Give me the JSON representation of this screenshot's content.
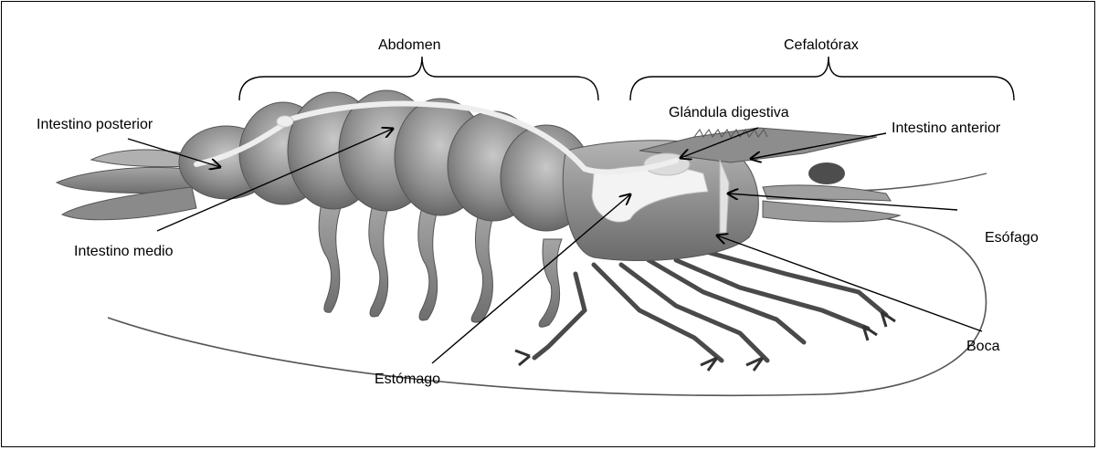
{
  "diagram": {
    "labels": {
      "abdomen": "Abdomen",
      "cefalotorax": "Cefalotórax",
      "intestino_posterior": "Intestino posterior",
      "glandula_digestiva": "Glándula digestiva",
      "intestino_anterior": "Intestino anterior",
      "intestino_medio": "Intestino medio",
      "esofago": "Esófago",
      "boca": "Boca",
      "estomago": "Estómago"
    },
    "colors": {
      "body_dark": "#6f6f6f",
      "body_mid": "#9a9a9a",
      "body_light": "#c9c9c9",
      "gut_highlight": "#eeeeee",
      "stomach": "#f3f3f3",
      "line": "#000000"
    }
  }
}
